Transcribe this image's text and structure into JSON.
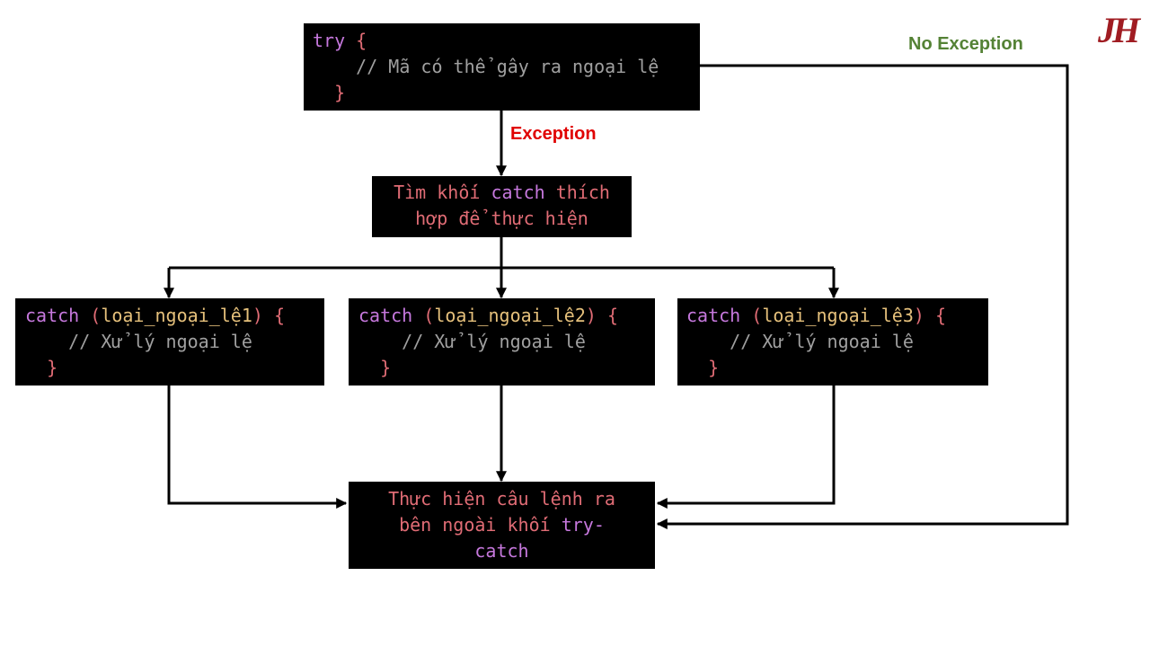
{
  "logo_text": "JH",
  "try_block": {
    "keyword": "try",
    "open_brace": "{",
    "comment": "// Mã có thể gây ra ngoại lệ",
    "close_brace": "}"
  },
  "edge_labels": {
    "exception": "Exception",
    "no_exception": "No Exception"
  },
  "find_block": {
    "text_before": "Tìm khối ",
    "keyword": "catch",
    "text_after": " thích",
    "line2": "hợp để thực hiện"
  },
  "catch_blocks": [
    {
      "keyword": "catch",
      "open_paren": "(",
      "param": "loại_ngoại_lệ1",
      "close": ") {",
      "comment": "// Xử lý ngoại lệ",
      "close_brace": "}"
    },
    {
      "keyword": "catch",
      "open_paren": "(",
      "param": "loại_ngoại_lệ2",
      "close": ") {",
      "comment": "// Xử lý ngoại lệ",
      "close_brace": "}"
    },
    {
      "keyword": "catch",
      "open_paren": "(",
      "param": "loại_ngoại_lệ3",
      "close": ") {",
      "comment": "// Xử lý ngoại lệ",
      "close_brace": "}"
    }
  ],
  "exit_block": {
    "line1": "Thực hiện câu lệnh ra",
    "line2_text": "bên ngoài khối ",
    "line2_keyword": "try-",
    "line3_keyword": "catch"
  },
  "colors": {
    "keyword": "#c678dd",
    "punctuation": "#e06c75",
    "variable": "#e5c07b",
    "comment": "#a0a0a0",
    "exception_label": "#e00000",
    "no_exception_label": "#548235",
    "logo": "#a01c22"
  }
}
